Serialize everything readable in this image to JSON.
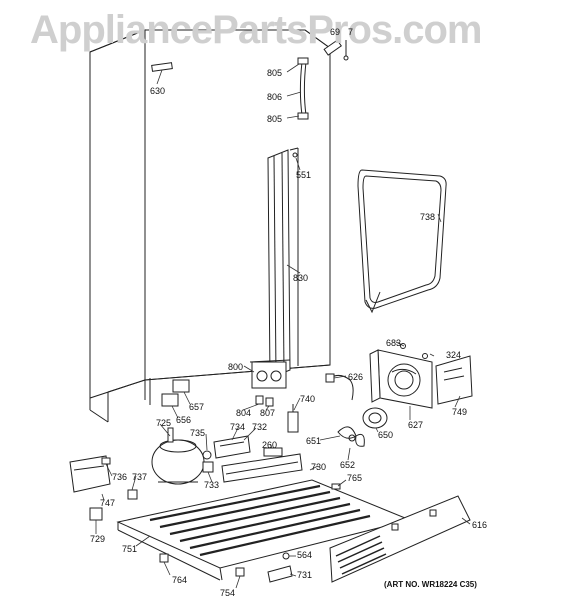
{
  "watermark": "AppliancePartsPros.com",
  "art_number": "(ART NO. WR18224 C35)",
  "callouts": [
    {
      "id": "c69",
      "label": "69"
    },
    {
      "id": "c7",
      "label": "7"
    },
    {
      "id": "c630",
      "label": "630"
    },
    {
      "id": "c805a",
      "label": "805"
    },
    {
      "id": "c806",
      "label": "806"
    },
    {
      "id": "c805b",
      "label": "805"
    },
    {
      "id": "c551",
      "label": "551"
    },
    {
      "id": "c738",
      "label": "738"
    },
    {
      "id": "c830",
      "label": "830"
    },
    {
      "id": "c683",
      "label": "683"
    },
    {
      "id": "c324",
      "label": "324"
    },
    {
      "id": "c626",
      "label": "626"
    },
    {
      "id": "c800",
      "label": "800"
    },
    {
      "id": "c657",
      "label": "657"
    },
    {
      "id": "c656",
      "label": "656"
    },
    {
      "id": "c804",
      "label": "804"
    },
    {
      "id": "c807",
      "label": "807"
    },
    {
      "id": "c740",
      "label": "740"
    },
    {
      "id": "c749",
      "label": "749"
    },
    {
      "id": "c627",
      "label": "627"
    },
    {
      "id": "c650",
      "label": "650"
    },
    {
      "id": "c651",
      "label": "651"
    },
    {
      "id": "c652",
      "label": "652"
    },
    {
      "id": "c725",
      "label": "725"
    },
    {
      "id": "c735",
      "label": "735"
    },
    {
      "id": "c734",
      "label": "734"
    },
    {
      "id": "c732",
      "label": "732"
    },
    {
      "id": "c260",
      "label": "260"
    },
    {
      "id": "c733",
      "label": "733"
    },
    {
      "id": "c736",
      "label": "736"
    },
    {
      "id": "c737",
      "label": "737"
    },
    {
      "id": "c730",
      "label": "730"
    },
    {
      "id": "c765",
      "label": "765"
    },
    {
      "id": "c747",
      "label": "747"
    },
    {
      "id": "c616",
      "label": "616"
    },
    {
      "id": "c729",
      "label": "729"
    },
    {
      "id": "c751",
      "label": "751"
    },
    {
      "id": "c564",
      "label": "564"
    },
    {
      "id": "c764",
      "label": "764"
    },
    {
      "id": "c754",
      "label": "754"
    },
    {
      "id": "c731",
      "label": "731"
    }
  ]
}
